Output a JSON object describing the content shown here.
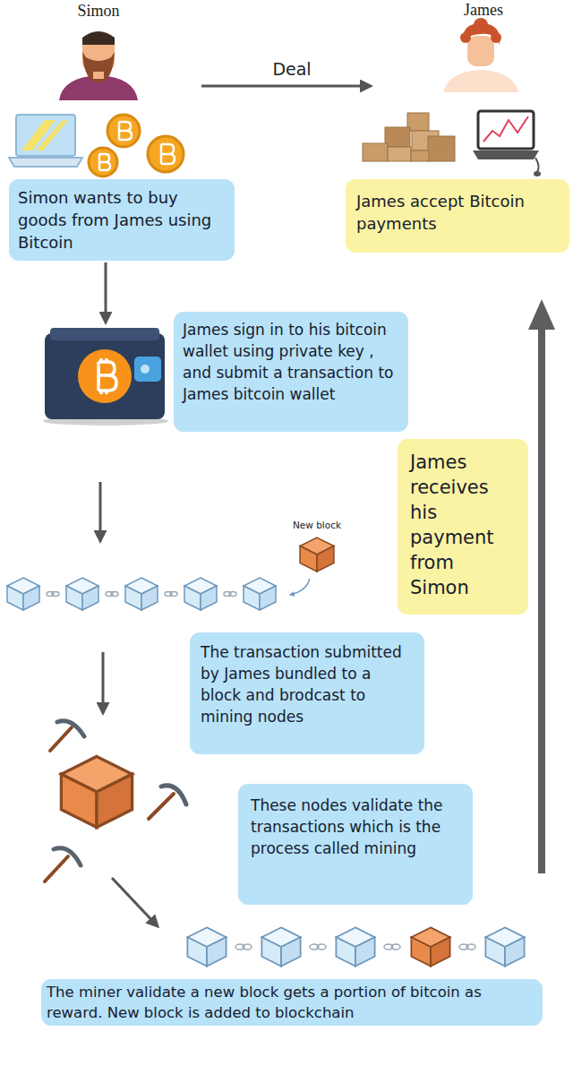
{
  "diagram": {
    "nodes": [
      {
        "text": [
          "Simon wants to buy goods from James using Bitcoin"
        ]
      },
      {
        "text": [
          "James accept Bitcoin payments"
        ]
      },
      {
        "text": [
          "James sign in to his bitcoin wallet using private key , and submit a transaction to James bitcoin wallet"
        ]
      },
      {
        "text": [
          "James receives his payment from Simon"
        ]
      },
      {
        "text": [
          "The transaction submitted by James bundled to a block and brodcast to mining nodes"
        ]
      },
      {
        "text": [
          "These nodes validate the transactions which is the process called mining"
        ]
      },
      {
        "text": [
          "The miner validate a new block gets a portion of bitcoin as reward. New block is added to blockchain"
        ]
      }
    ],
    "labels": [
      "Simon",
      "James",
      "Deal",
      "New block"
    ]
  }
}
